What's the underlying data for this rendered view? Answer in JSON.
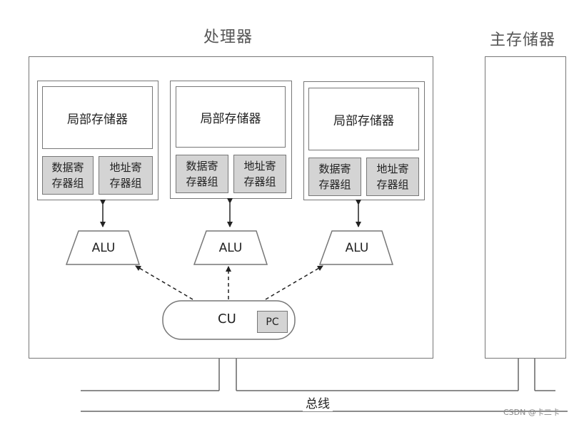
{
  "diagram": {
    "processor_title": "处理器",
    "memory_title": "主存储器",
    "cores": [
      {
        "local_memory": "局部存储器",
        "data_regs": "数据寄\n存器组",
        "addr_regs": "地址寄\n存器组",
        "alu": "ALU"
      },
      {
        "local_memory": "局部存储器",
        "data_regs": "数据寄\n存器组",
        "addr_regs": "地址寄\n存器组",
        "alu": "ALU"
      },
      {
        "local_memory": "局部存储器",
        "data_regs": "数据寄\n存器组",
        "addr_regs": "地址寄\n存器组",
        "alu": "ALU"
      }
    ],
    "cu": "CU",
    "pc": "PC",
    "bus": "总线"
  },
  "watermark": "CSDN @卡二卡",
  "colors": {
    "line": "#777777",
    "register_fill": "#d4d4d4",
    "background": "#ffffff"
  }
}
